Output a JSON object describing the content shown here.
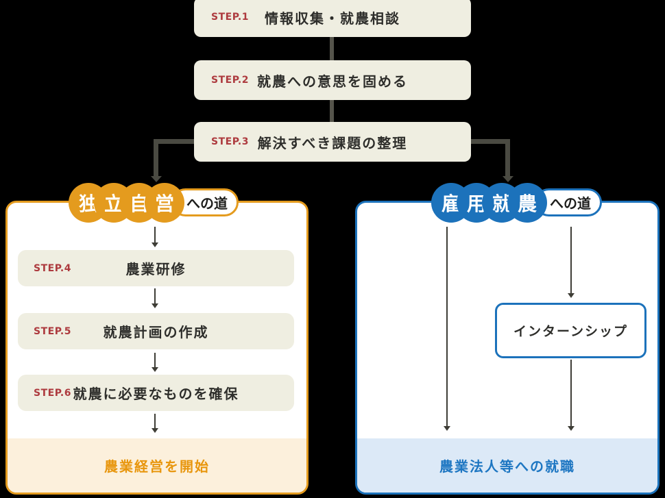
{
  "colors": {
    "background": "#000000",
    "step_box_bg": "#efeee1",
    "step_label": "#ad3a3e",
    "text_dark": "#2e2e2b",
    "top_connector": "#55544b",
    "branch_connector": "#4a4a42",
    "thin_arrow": "#3e3d36",
    "orange_accent": "#e49b1e",
    "orange_footer_bg": "#fcf0dc",
    "orange_footer_text": "#e8960d",
    "blue_accent": "#1c72bb",
    "blue_footer_bg": "#dce9f7",
    "blue_footer_text": "#1d76c2"
  },
  "top_steps": [
    {
      "label": "STEP.1",
      "title": "情報収集・就農相談"
    },
    {
      "label": "STEP.2",
      "title": "就農への意思を固める"
    },
    {
      "label": "STEP.3",
      "title": "解決すべき課題の整理"
    }
  ],
  "left_path": {
    "badge_chars": [
      "独",
      "立",
      "自",
      "営"
    ],
    "badge_suffix": "への道",
    "steps": [
      {
        "label": "STEP.4",
        "title": "農業研修"
      },
      {
        "label": "STEP.5",
        "title": "就農計画の作成"
      },
      {
        "label": "STEP.6",
        "title": "就農に必要なものを確保"
      }
    ],
    "outcome": "農業経営を開始"
  },
  "right_path": {
    "badge_chars": [
      "雇",
      "用",
      "就",
      "農"
    ],
    "badge_suffix": "への道",
    "optional_box": "インターンシップ",
    "outcome": "農業法人等への就職"
  }
}
